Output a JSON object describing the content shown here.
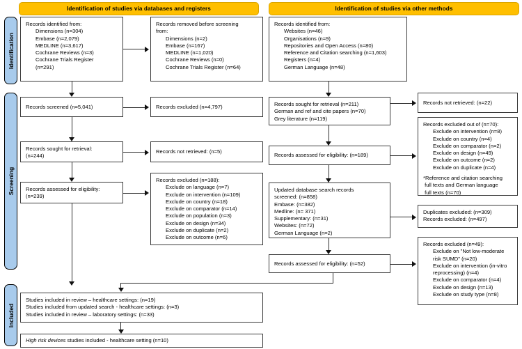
{
  "diagram": {
    "title": "PRISMA 2020 flow diagram",
    "colors": {
      "header_band": "#FFBF00",
      "stage_sidebar": "#A8CBEC",
      "box_border": "#3a3a3a",
      "connector": "#2b2b2b",
      "background": "#ffffff"
    }
  },
  "headers": {
    "left": "Identification of studies via databases and registers",
    "right": "Identification of studies via other methods"
  },
  "stages": {
    "identification": "Identification",
    "screening": "Screening",
    "included": "Included"
  },
  "left_column": {
    "records_identified": {
      "lines": [
        "Records identified from:",
        "Dimensions (n=304)",
        "Embase (n=2,079)",
        "MEDLINE (n=3,617)",
        "Cochrane Reviews (n=3)",
        "Cochrane Trials Register",
        "(n=291)"
      ]
    },
    "records_removed": {
      "lines": [
        "Records removed before screening",
        "from:",
        "Dimensions (n=2)",
        "Embase (n=167)",
        "MEDLINE (n=1,020)",
        "Cochrane Reviews (n=0)",
        "Cochrane Trials Register (n=64)"
      ]
    },
    "records_screened": {
      "lines": [
        "Records screened (n=5,041)"
      ]
    },
    "records_excluded_screened": {
      "lines": [
        "Records excluded (n=4,797)"
      ]
    },
    "records_sought": {
      "lines": [
        "Records sought for retrieval:",
        "(n=244)"
      ]
    },
    "records_not_retrieved": {
      "lines": [
        "Records not retrieved: (n=5)"
      ]
    },
    "records_assessed": {
      "lines": [
        "Records assessed for eligibility:",
        "(n=239)"
      ]
    },
    "records_excluded_eligibility": {
      "lines": [
        "Records excluded (n=188):",
        "Exclude on language (n=7)",
        "Exclude on intervention (n=109)",
        "Exclude on country (n=18)",
        "Exclude on comparator (n=14)",
        "Exclude on population (n=3)",
        "Exclude on design (n=34)",
        "Exclude on duplicate (n=2)",
        "Exclude on outcome (n=6)"
      ]
    }
  },
  "right_column": {
    "records_identified_other": {
      "lines": [
        "Records identified from:",
        "Websites (n=46)",
        "Organisations (n=9)",
        "Repositories and Open Access (n=80)",
        "Reference and Citation searching (n=1,603)",
        "Registers (n=4)",
        "German Language (n=48)"
      ]
    },
    "records_sought_other": {
      "lines": [
        "Records sought for retrieval (n=211)",
        "German and ref and cite papers (n=70)",
        "Grey literature (n=119)"
      ]
    },
    "records_not_retrieved_other": {
      "lines": [
        "Records not retrieved: (n=22)"
      ]
    },
    "records_assessed_other": {
      "lines": [
        "Records assessed for eligibility: (n=189)"
      ]
    },
    "records_excluded_other": {
      "lines": [
        "Records excluded out of (n=70):",
        "Exclude on intervention (n=8)",
        "Exclude on country (n=4)",
        "Exclude on comparator (n=2)",
        "Exclude on design (n=49)",
        "Exclude on outcome (n=2)",
        "Exclude on duplicate (n=4)"
      ],
      "footnote": [
        "*Reference and citation searching",
        " full texts and German language",
        " full texts (n=70)"
      ]
    },
    "updated_search": {
      "lines": [
        "Updated database search records",
        "screened: (n=858)",
        "Embase: (n=382)",
        "Medline: (n= 371)",
        "Supplementary: (n=31)",
        "Websites: (n=72)",
        "German Language (n=2)"
      ]
    },
    "duplicates_excluded": {
      "lines": [
        "Duplicates excluded: (n=309)",
        "Records excluded: (n=497)"
      ]
    },
    "records_assessed_updated": {
      "lines": [
        "Records assessed for eligibility: (n=52)"
      ]
    },
    "records_excluded_updated": {
      "lines": [
        "Records excluded (n=49):",
        "Exclude on \"Not low-moderate",
        "risk SUMD\" (n=20)",
        "Exclude on intervention (in-vitro",
        "reprocessing) (n=4)",
        "Exclude on comparator (n=4)",
        "Exclude on design (n=13)",
        "Exclude on study type (n=8)"
      ]
    }
  },
  "included_column": {
    "studies_included": {
      "lines": [
        "Studies included in review – healthcare settings: (n=19)",
        "Studies included from updated search - healthcare settings: (n=3)",
        "Studies included in review – laboratory settings: (n=33)"
      ]
    },
    "high_risk": {
      "italic_prefix": "High risk devices",
      "rest": " studies included - healthcare setting (n=10)"
    }
  }
}
